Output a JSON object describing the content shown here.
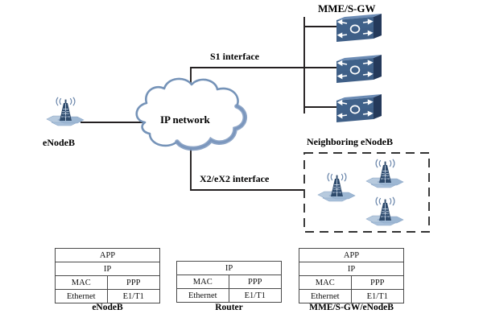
{
  "diagram": {
    "title_labels": {
      "mme_sgw": "MME/S-GW",
      "s1_interface": "S1 interface",
      "x2_interface": "X2/eX2 interface",
      "ip_network": "IP network",
      "enodeb": "eNodeB",
      "neighboring_enodeb": "Neighboring eNodeB"
    },
    "colors": {
      "device_body": "#3c5a82",
      "device_top": "#5d7ea8",
      "device_side": "#26405f",
      "cloud_outline": "#7593b8",
      "tower": "#2e4a6b",
      "tower_base": "#a9c0da",
      "line": "#231f20",
      "dashed_box": "#333333",
      "table_border": "#4a4a4a"
    },
    "nodes": [
      {
        "name": "enodeb-left",
        "type": "tower",
        "label": "eNodeB"
      },
      {
        "name": "ip-network-cloud",
        "type": "cloud",
        "label": "IP network"
      },
      {
        "name": "mme-sgw-device-1",
        "type": "device",
        "label": "MME/S-GW"
      },
      {
        "name": "mme-sgw-device-2",
        "type": "device",
        "label": ""
      },
      {
        "name": "mme-sgw-device-3",
        "type": "device",
        "label": ""
      },
      {
        "name": "neighbor-tower-1",
        "type": "tower",
        "label": ""
      },
      {
        "name": "neighbor-tower-2",
        "type": "tower",
        "label": ""
      },
      {
        "name": "neighbor-tower-3",
        "type": "tower",
        "label": ""
      }
    ],
    "links": [
      {
        "from": "enodeb-left",
        "to": "ip-network-cloud",
        "label": ""
      },
      {
        "from": "ip-network-cloud",
        "to": "mme-sgw-bus",
        "label": "S1 interface"
      },
      {
        "from": "ip-network-cloud",
        "to": "neighboring-enodeb-box",
        "label": "X2/eX2 interface"
      }
    ]
  },
  "stacks": [
    {
      "name": "enodeb-stack",
      "caption": "eNodeB",
      "rows": [
        {
          "cells": [
            "APP"
          ]
        },
        {
          "cells": [
            "IP"
          ]
        },
        {
          "cells": [
            "MAC",
            "PPP"
          ]
        },
        {
          "cells": [
            "Ethernet",
            "E1/T1"
          ]
        }
      ]
    },
    {
      "name": "router-stack",
      "caption": "Router",
      "rows": [
        {
          "cells": [
            "IP"
          ]
        },
        {
          "cells": [
            "MAC",
            "PPP"
          ]
        },
        {
          "cells": [
            "Ethernet",
            "E1/T1"
          ]
        }
      ]
    },
    {
      "name": "mme-sgw-enodeb-stack",
      "caption": "MME/S-GW/eNodeB",
      "rows": [
        {
          "cells": [
            "APP"
          ]
        },
        {
          "cells": [
            "IP"
          ]
        },
        {
          "cells": [
            "MAC",
            "PPP"
          ]
        },
        {
          "cells": [
            "Ethernet",
            "E1/T1"
          ]
        }
      ]
    }
  ]
}
